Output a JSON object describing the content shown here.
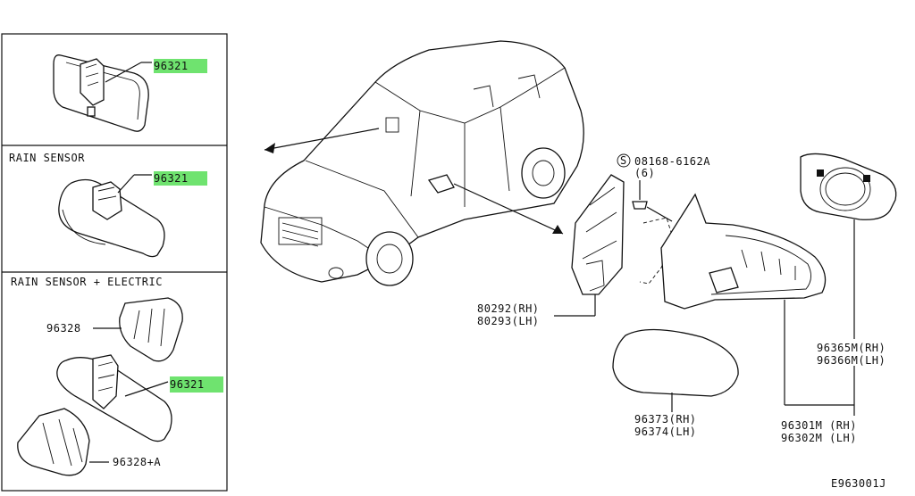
{
  "panels": {
    "panel1": {
      "title": "",
      "part_number": "96321"
    },
    "panel2": {
      "title": "RAIN SENSOR",
      "part_number": "96321"
    },
    "panel3": {
      "title": "RAIN SENSOR + ELECTRIC",
      "cover_part": "96328",
      "mirror_part": "96321",
      "cover_a_part": "96328+A"
    }
  },
  "screw": {
    "symbol": "S",
    "part": "08168-6162A",
    "qty": "(6)"
  },
  "labels": {
    "bracket_rh": "80292(RH)",
    "bracket_lh": "80293(LH)",
    "glass_rh": "96365M(RH)",
    "glass_lh": "96366M(LH)",
    "cover_rh": "96373(RH)",
    "cover_lh": "96374(LH)",
    "assy_rh": "96301M (RH)",
    "assy_lh": "96302M (LH)"
  },
  "diagram_code": "E963001J",
  "colors": {
    "highlight": "#6fe36f",
    "line": "#111111"
  }
}
